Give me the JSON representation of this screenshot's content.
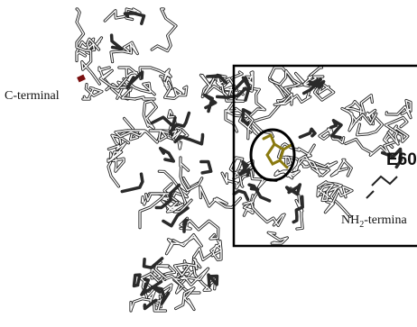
{
  "labels": {
    "c_terminal": "C-terminal",
    "nh2_prefix": "NH",
    "nh2_subscript": "2",
    "nh2_suffix": "-termina",
    "residue": "E60"
  },
  "colors": {
    "backbone": "#222222",
    "helix_dark": "#2a2a2a",
    "box": "#000000",
    "ligand": "#8a7a10",
    "c_term_marker": "#7a1010"
  }
}
